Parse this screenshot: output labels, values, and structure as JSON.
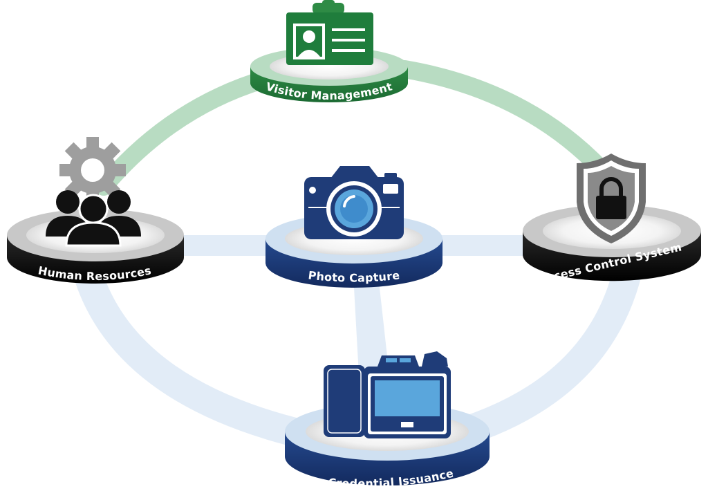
{
  "nodes": {
    "visitor_management": {
      "label": "Visitor Management",
      "icon": "id-badge-icon"
    },
    "human_resources": {
      "label": "Human Resources",
      "icon": "people-gear-icon"
    },
    "photo_capture": {
      "label": "Photo Capture",
      "icon": "camera-icon"
    },
    "access_control": {
      "label": "Access Control System",
      "icon": "shield-lock-icon"
    },
    "credential_issuance": {
      "label": "Credential Issuance",
      "icon": "card-printer-icon"
    }
  },
  "colors": {
    "green": "#2e8b45",
    "green_light": "#b8dcc2",
    "navy": "#1f3c78",
    "navy_dark": "#16295a",
    "blue_light": "#dbe7f4",
    "black": "#111111",
    "gray": "#9a9a9a"
  }
}
